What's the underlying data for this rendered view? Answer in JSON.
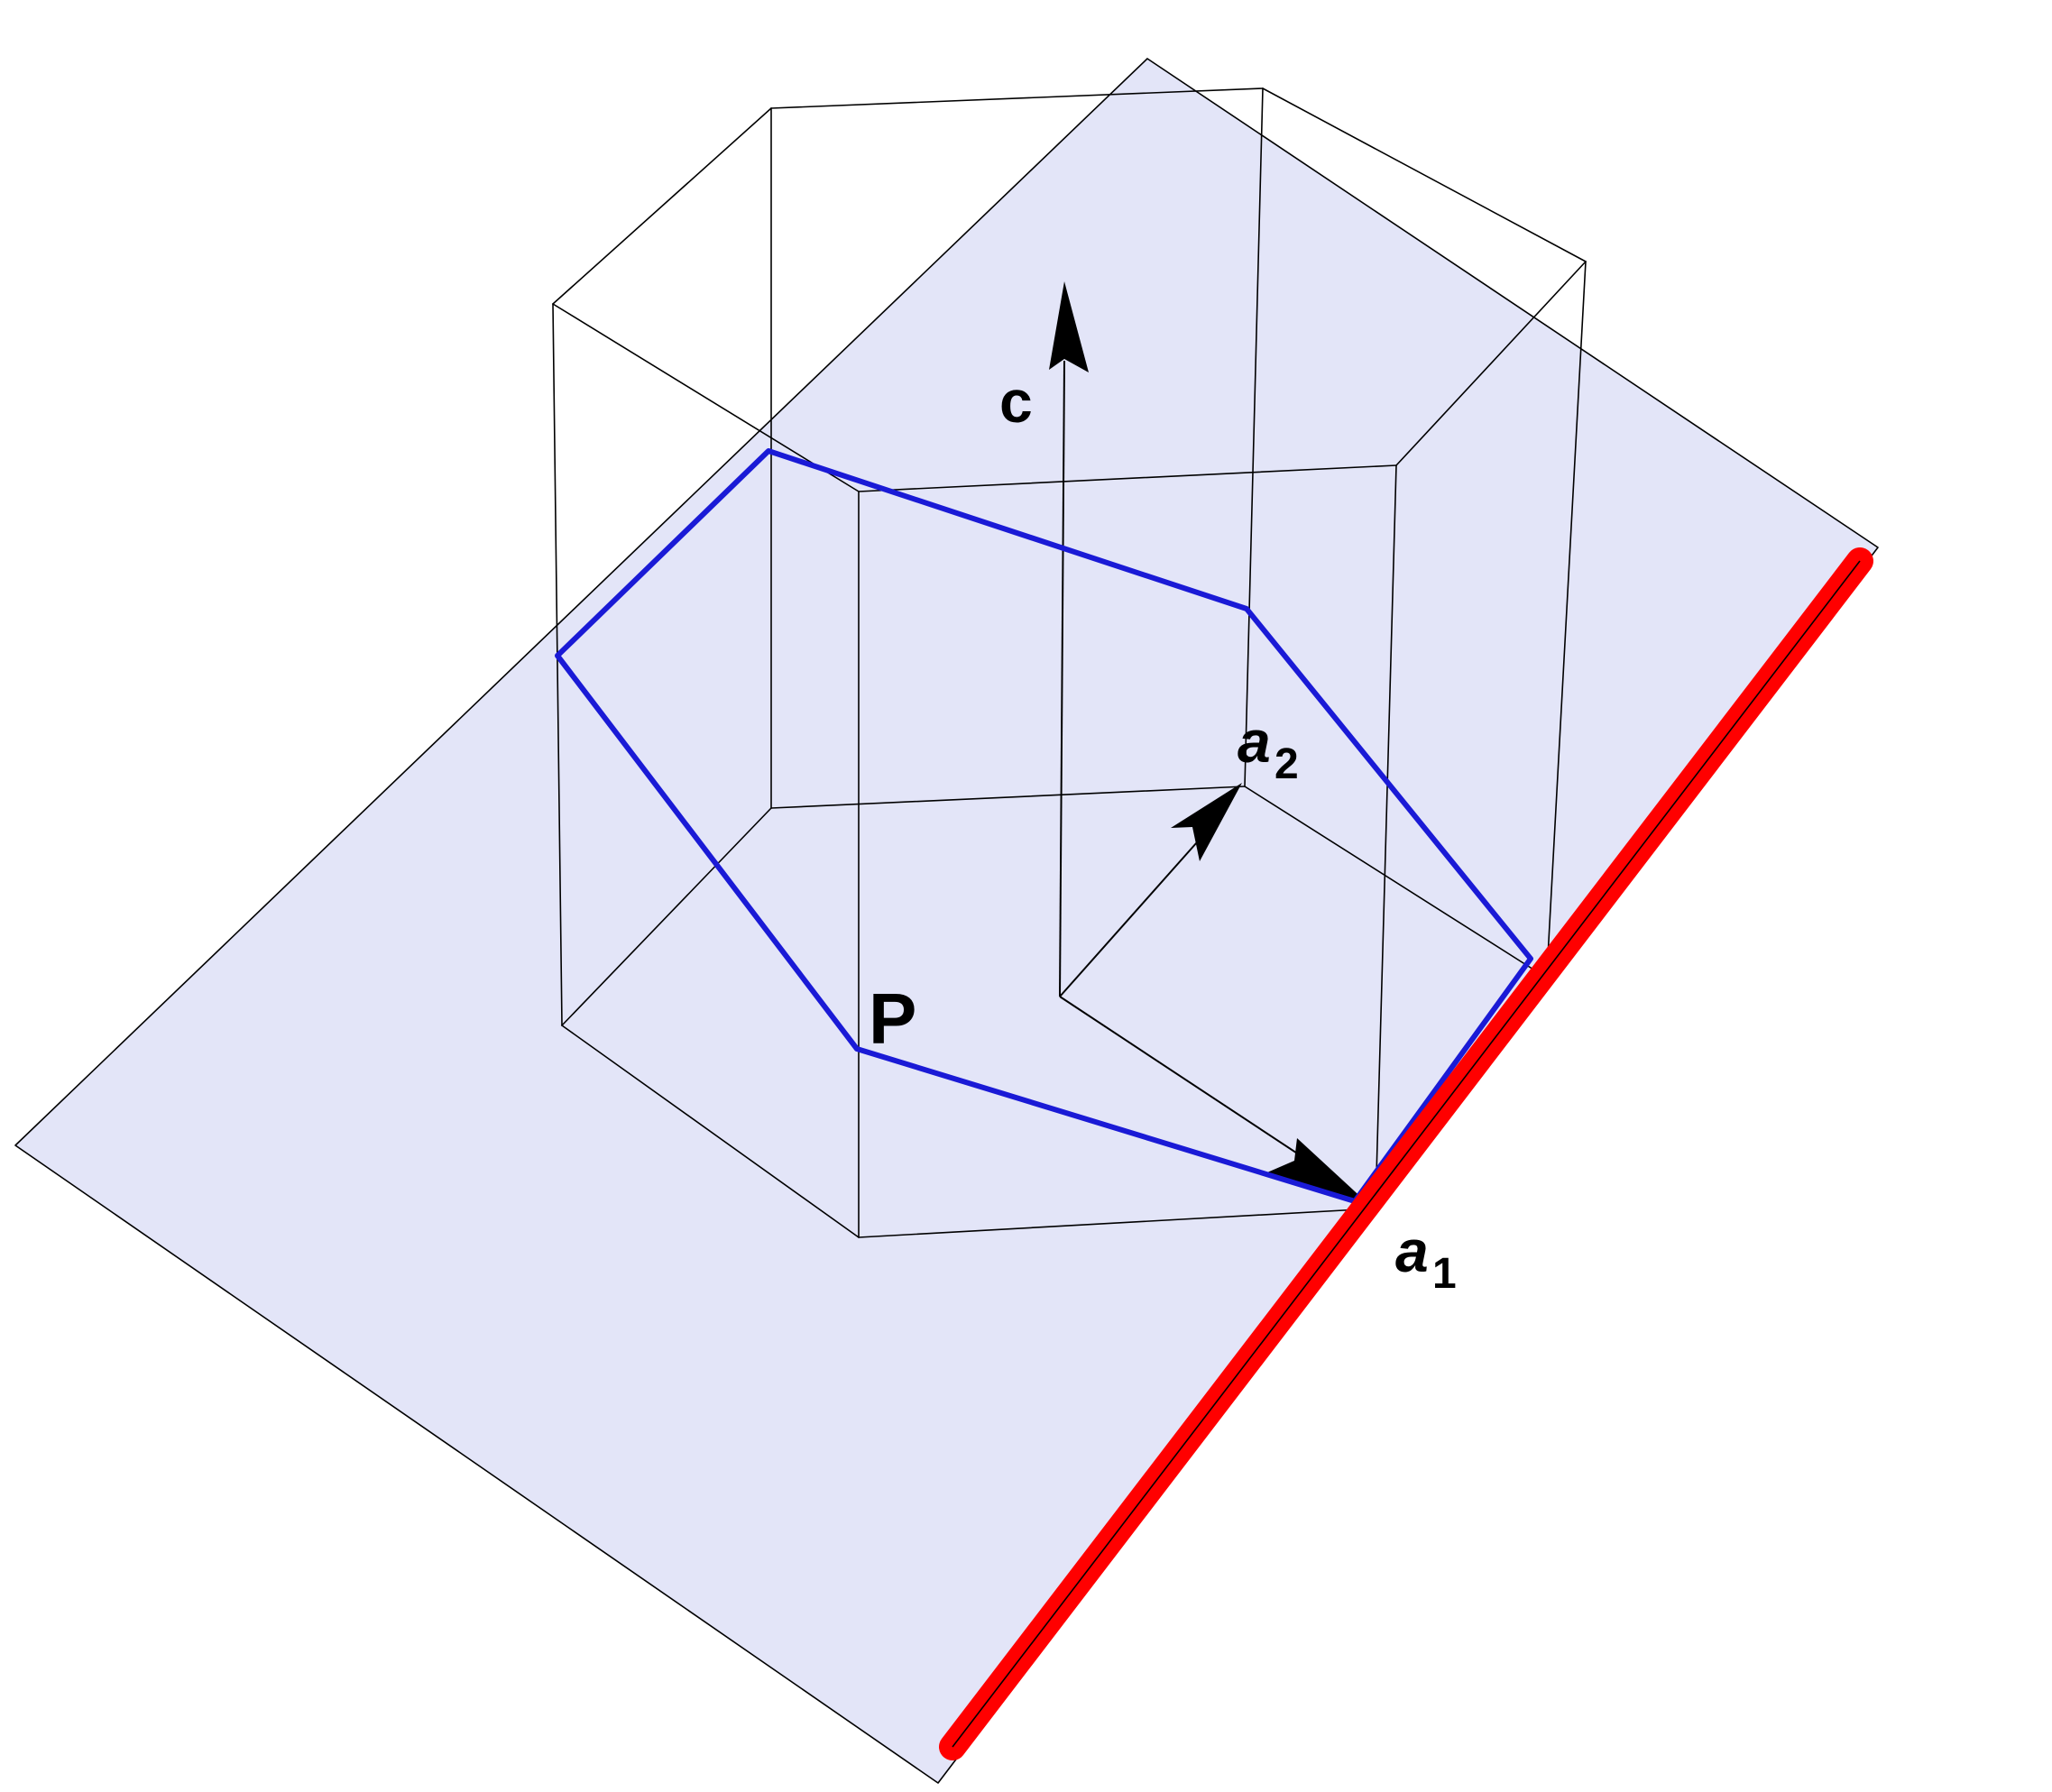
{
  "labels": {
    "c": "c",
    "a1": "a",
    "a1_sub": "1",
    "a2": "a",
    "a2_sub": "2",
    "P": "P"
  },
  "colors": {
    "background": "#ffffff",
    "plane_fill": "#e3e5f8",
    "blue_path": "#1a1ad6",
    "red_line": "#ff0000",
    "edges": "#000000",
    "point_label": "#1a1ad6"
  }
}
